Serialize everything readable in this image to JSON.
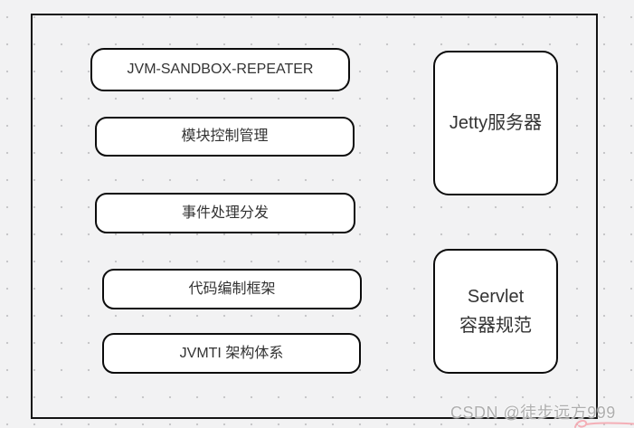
{
  "canvas": {
    "background_color": "#f2f2f3",
    "dot_color": "#c7c7c9",
    "frame_border_color": "#141414"
  },
  "diagram": {
    "left_boxes": [
      {
        "label": "JVM-SANDBOX-REPEATER"
      },
      {
        "label": "模块控制管理"
      },
      {
        "label": "事件处理分发"
      },
      {
        "label": "代码编制框架"
      },
      {
        "label": "JVMTI 架构体系"
      }
    ],
    "right_boxes": [
      {
        "label": "Jetty服务器",
        "lines": [
          "Jetty服务器"
        ]
      },
      {
        "label": "Servlet 容器规范",
        "lines": [
          "Servlet",
          "容器规范"
        ]
      }
    ],
    "box_fill": "#ffffff",
    "box_border_color": "#0c0c0c",
    "box_text_color": "#333333"
  },
  "watermark": {
    "text": "CSDN @徒步远方999",
    "color": "#aeaeae",
    "scribble_color": "#f4a3ab"
  }
}
